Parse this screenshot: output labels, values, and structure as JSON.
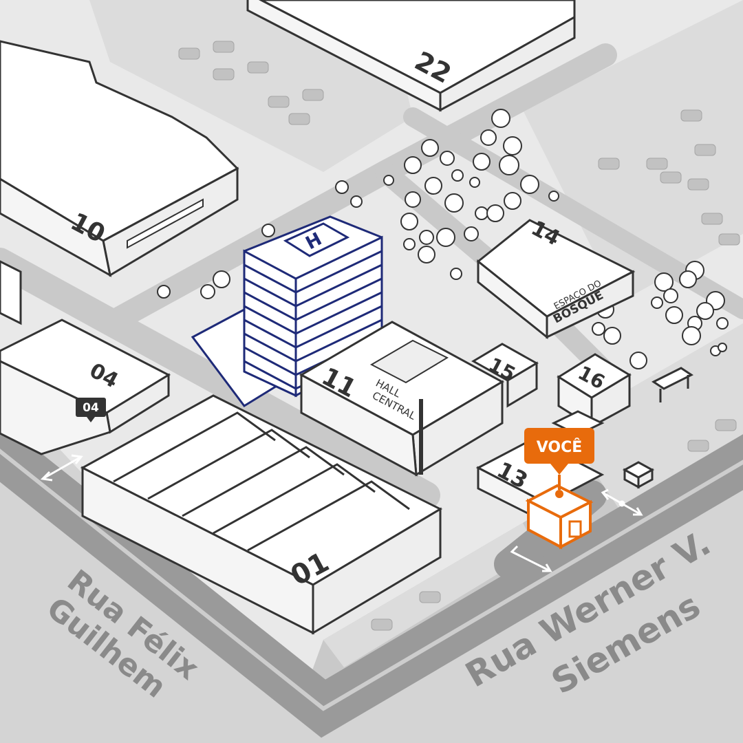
{
  "map": {
    "colors": {
      "background": "#e9e9e9",
      "ground": "#d9d9d9",
      "road": "#9a9a9a",
      "sidewalk": "#ffffff",
      "outline": "#333333",
      "highlight": "#1e2a78",
      "accent": "#e86b0c",
      "street_label": "#8a8a8a"
    },
    "streets": {
      "felix_line1": "Rua Félix",
      "felix_line2": "Guilhem",
      "werner_line1": "Rua Werner V.",
      "werner_line2": "Siemens"
    },
    "buildings": {
      "b22": "22",
      "b10": "10",
      "b04": "04",
      "b04_marker": "04",
      "b11": "11",
      "b11_caption_1": "HALL",
      "b11_caption_2": "CENTRAL",
      "b15": "15",
      "b14": "14",
      "b14_caption_1": "ESPAÇO DO",
      "b14_caption_2": "BOSQUE",
      "b16": "16",
      "b13": "13",
      "b01": "01",
      "helipad": "H"
    },
    "you_are_here": {
      "label": "VOCÊ",
      "icon": "map-pin-icon"
    }
  }
}
